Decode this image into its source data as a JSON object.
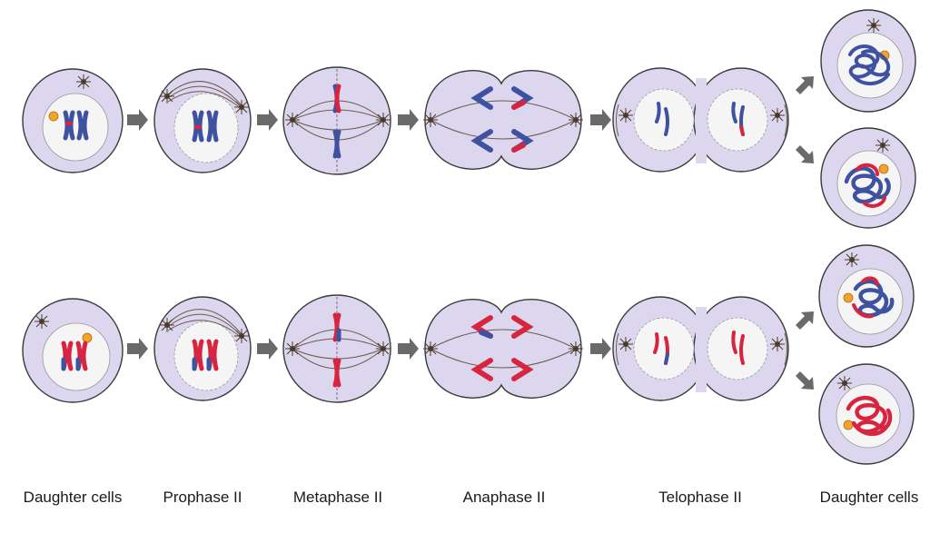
{
  "stages": [
    {
      "key": "daughter_left",
      "label": "Daughter cells"
    },
    {
      "key": "prophase",
      "label": "Prophase II"
    },
    {
      "key": "metaphase",
      "label": "Metaphase II"
    },
    {
      "key": "anaphase",
      "label": "Anaphase II"
    },
    {
      "key": "telophase",
      "label": "Telophase II"
    },
    {
      "key": "daughter_right",
      "label": "Daughter cells"
    }
  ],
  "colors": {
    "cytoplasm": "#dcd6ef",
    "membrane": "#3a3a3a",
    "nucleus": "#f6f5f5",
    "chromatid_blue": "#3e52a0",
    "chromatid_red": "#d8253f",
    "centriole": "#5a4a3a",
    "spindle": "#6b5a4a",
    "vesicle": "#f2a32c",
    "arrow": "#6a6a6a"
  },
  "rows": [
    {
      "name": "top",
      "primary": "blue"
    },
    {
      "name": "bottom",
      "primary": "red"
    }
  ]
}
